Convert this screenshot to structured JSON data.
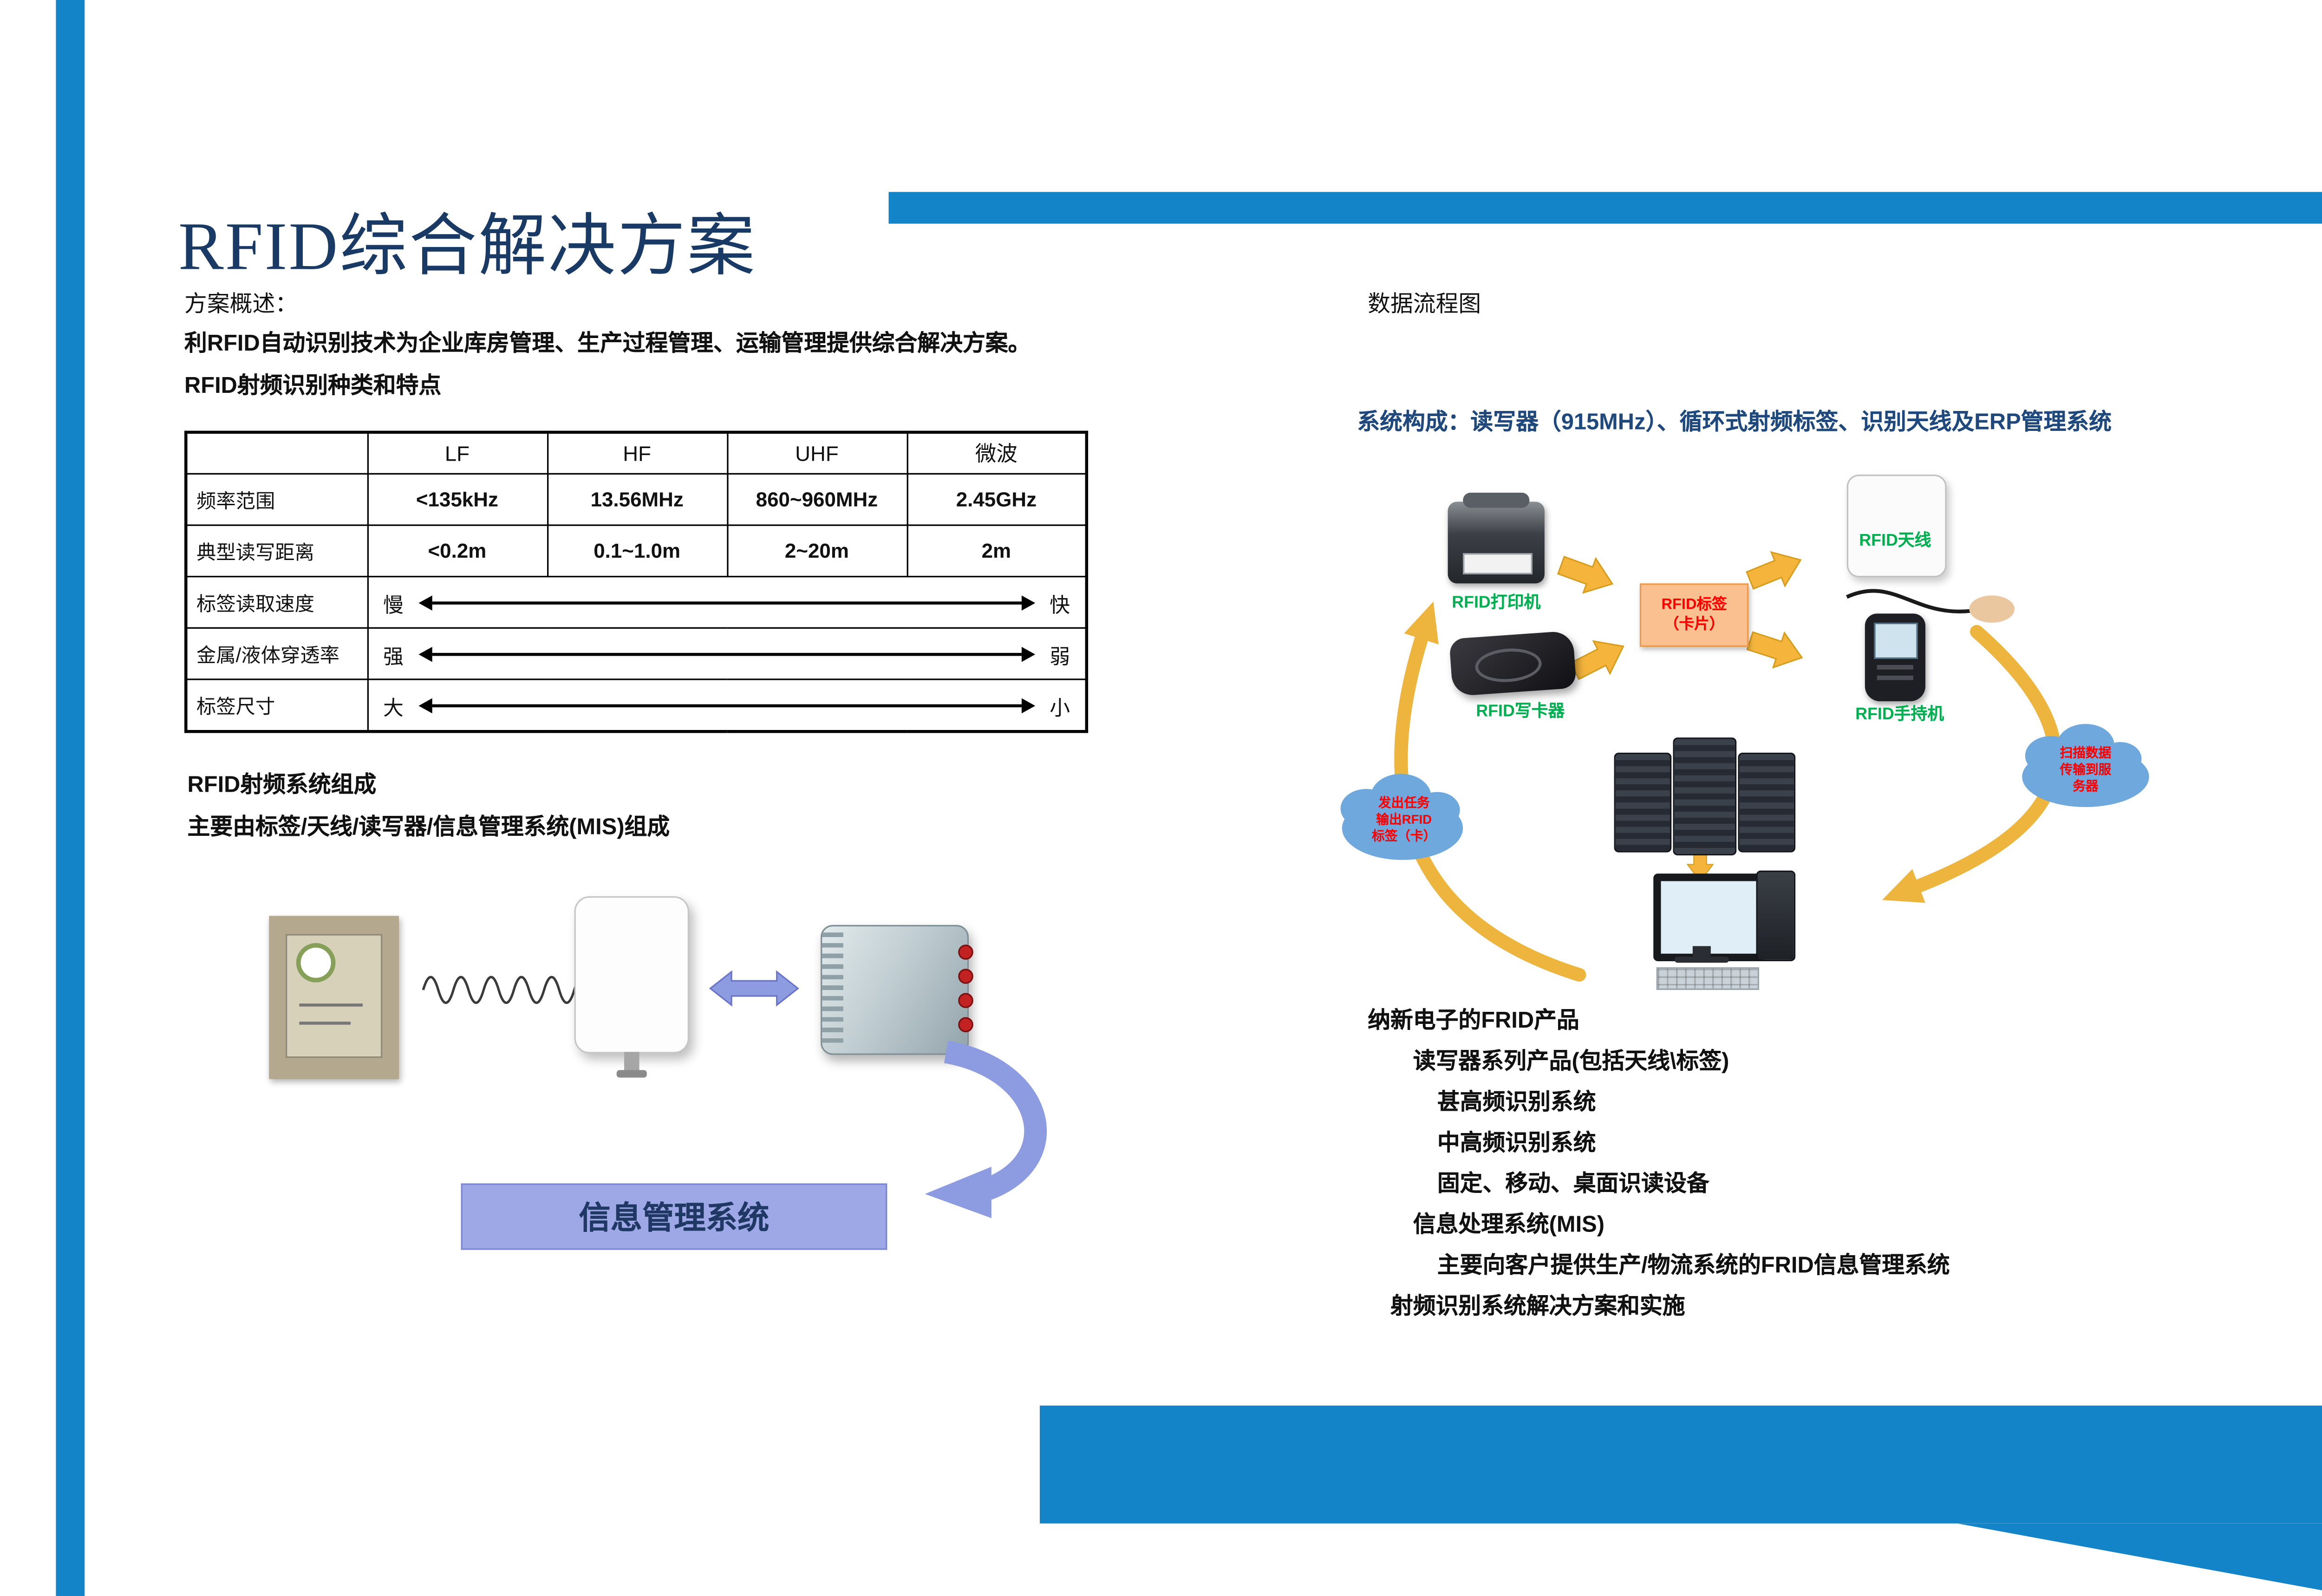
{
  "page": {
    "title": "RFID综合解决方案"
  },
  "left": {
    "overview_label": "方案概述：",
    "overview_text": "利RFID自动识别技术为企业库房管理、生产过程管理、运输管理提供综合解决方案。",
    "table_caption": "RFID射频识别种类和特点",
    "table": {
      "headers": [
        "",
        "LF",
        "HF",
        "UHF",
        "微波"
      ],
      "rows": [
        {
          "label": "频率范围",
          "cells": [
            "<135kHz",
            "13.56MHz",
            "860~960MHz",
            "2.45GHz"
          ]
        },
        {
          "label": "典型读写距离",
          "cells": [
            "<0.2m",
            "0.1~1.0m",
            "2~20m",
            "2m"
          ]
        },
        {
          "label": "标签读取速度",
          "min": "慢",
          "max": "快"
        },
        {
          "label": "金属/液体穿透率",
          "min": "强",
          "max": "弱"
        },
        {
          "label": "标签尺寸",
          "min": "大",
          "max": "小"
        }
      ]
    },
    "system_title": "RFID射频系统组成",
    "system_text": "主要由标签/天线/读写器/信息管理系统(MIS)组成",
    "mis_box_label": "信息管理系统"
  },
  "right": {
    "flow_title": "数据流程图",
    "system_line": "系统构成：读写器（915MHz）、循环式射频标签、识别天线及ERP管理系统",
    "diagram": {
      "printer_label": "RFID打印机",
      "writer_label": "RFID写卡器",
      "antenna_label": "RFID天线",
      "handheld_label": "RFID手持机",
      "tag_line1": "RFID标签",
      "tag_line2": "（卡片）",
      "cloud_left": [
        "发出任务",
        "输出RFID",
        "标签（卡）"
      ],
      "cloud_right": [
        "扫描数据",
        "传输到服",
        "务器"
      ]
    },
    "products": [
      "纳新电子的FRID产品",
      "读写器系列产品(包括天线\\标签)",
      "甚高频识别系统",
      "中高频识别系统",
      "固定、移动、桌面识读设备",
      "信息处理系统(MIS)",
      "主要向客户提供生产/物流系统的FRID信息管理系统",
      "射频识别系统解决方案和实施"
    ]
  },
  "colors": {
    "accent_blue": "#1484C8",
    "title_navy": "#1A3A66",
    "heading_blue": "#1F497D",
    "label_green": "#00B050",
    "tag_box_fill": "#FAC090",
    "cloud_fill": "#6FA8DC",
    "arrow_gold": "#EDB53E",
    "purple_arrow": "#8D9BE0",
    "mis_fill": "#9FA8E6",
    "alert_red": "#FF0000"
  }
}
